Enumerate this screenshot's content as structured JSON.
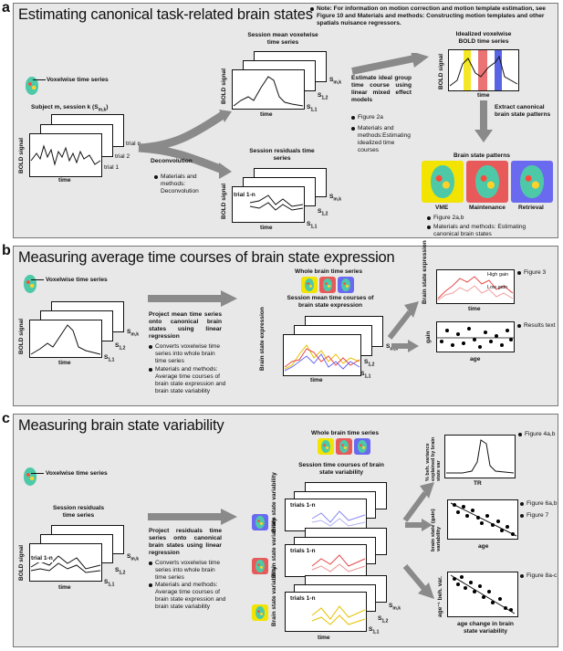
{
  "panel_a": {
    "letter": "a",
    "title": "Estimating canonical task-related brain states",
    "note": "Note: For information on motion correction and motion template estimation, see Figure 10 and Materials and methods: Constructing motion templates and other spatials nuisance regressors.",
    "voxelwise": "Voxelwise time series",
    "subject_label": "Subject m, session k (S",
    "subject_sub": "m,k",
    "trial_n": "trial n",
    "trial_2": "trial 2",
    "trial_1": "trial 1",
    "bold": "BOLD signal",
    "time": "time",
    "deconvolution": "Deconvolution",
    "deconv_bullet": "Materials and methods: Deconvolution",
    "session_mean": "Session mean voxelwise time series",
    "session_residuals": "Session residuals time series",
    "trial_1n": "trial 1-n",
    "s_mk": "S",
    "s_mk_sub": "m,k",
    "s12_sub": "1,2",
    "s11_sub": "1,1",
    "estimate": "Estimate ideal group time course using linear mixed effect models",
    "fig2a": "Figure 2a",
    "mm_idealized": "Materials and methods:Estimating idealized time courses",
    "idealized": "Idealized voxelwise BOLD time series",
    "extract": "Extract canonical brain state patterns",
    "patterns": "Brain state patterns",
    "vme": "VME",
    "maintenance": "Maintenance",
    "retrieval": "Retrieval",
    "fig2ab": "Figure 2a,b",
    "mm_canonical": "Materials and methods: Estimating canonical brain states"
  },
  "panel_b": {
    "letter": "b",
    "title": "Measuring average time courses of brain state expression",
    "voxelwise": "Voxelwise time series",
    "project": "Project mean time series onto canonical brain states using linear regression",
    "converts": "Converts voxelwise time series into whole brain time series",
    "mm": "Materials and methods: Average time courses of brain state expression and brain state variability",
    "whole_brain": "Whole brain time series",
    "session_mean_expr": "Session mean time courses of brain state expression",
    "bse": "Brain state expression",
    "high_gain": "High gain",
    "low_gain": "Low gain",
    "fig3": "Figure 3",
    "results": "Results text",
    "gain": "gain",
    "age": "age"
  },
  "panel_c": {
    "letter": "c",
    "title": "Measuring brain state variability",
    "voxelwise": "Voxelwise time series",
    "session_residuals": "Session residuals time series",
    "project": "Project residuals time series onto canonical brain states using linear regression",
    "converts": "Converts voxelwise time series into whole brain time series",
    "mm": "Materials and methods: Average time courses of brain state expression and brain state variability",
    "whole_brain": "Whole brain time series",
    "session_var": "Session time courses of brain state variability",
    "bsv": "Brain state variability",
    "trials": "trials 1-n",
    "pct": "% beh. variance explained by brain state var",
    "tr": "TR",
    "fig4": "Figure 4a,b",
    "bs_gain_var": "brain state (gain) variability",
    "fig6": "Figure 6a,b",
    "fig7": "Figure 7",
    "age_beh": "age⁻¹ beh. var.",
    "fig8": "Figure 8a-c",
    "age_change": "age change in brain state variability"
  },
  "colors": {
    "panel_bg": "#e8e8e8",
    "arrow": "#8a8a8a",
    "vme": "#f2e400",
    "maint": "#e85a5a",
    "retr": "#3a4ae0",
    "yellow_line": "#e6c200",
    "red_line": "#e84848",
    "blue_line": "#6a6af0"
  }
}
